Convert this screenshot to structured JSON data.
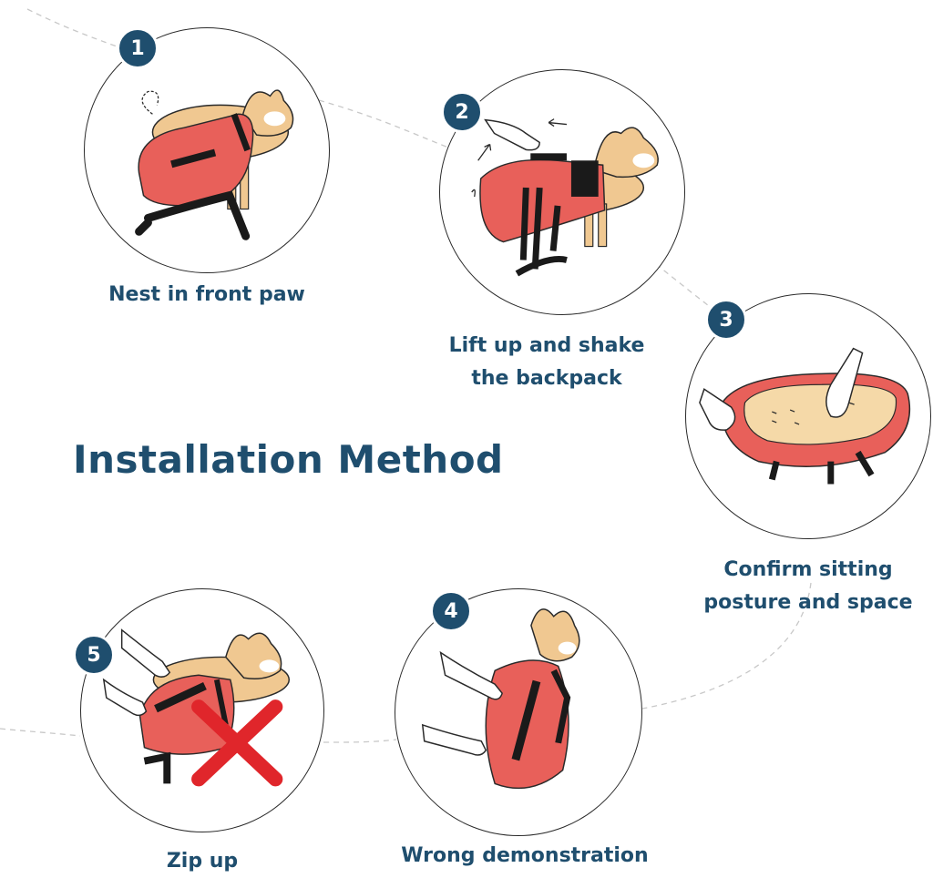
{
  "title": "Installation Method",
  "steps": [
    {
      "number": "1",
      "caption": "Nest in front paw"
    },
    {
      "number": "2",
      "caption_line1": "Lift up and shake",
      "caption_line2": "the backpack"
    },
    {
      "number": "3",
      "caption_line1": "Confirm sitting",
      "caption_line2": "posture and space"
    },
    {
      "number": "4",
      "caption": "Wrong demonstration"
    },
    {
      "number": "5",
      "caption": "Zip up"
    }
  ],
  "colors": {
    "accent": "#1f4e6e",
    "bag_red": "#e8605a",
    "dog_tan": "#f0c891",
    "strap": "#1a1a1a",
    "cross": "#e0262b"
  },
  "icons": [
    "dog-illustration",
    "bag-illustration",
    "hand-illustration",
    "cross-mark-icon"
  ]
}
